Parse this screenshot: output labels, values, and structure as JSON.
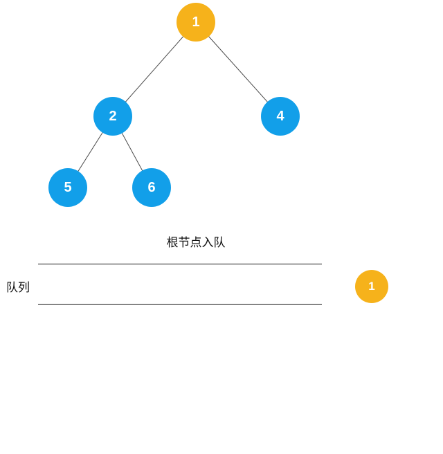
{
  "colors": {
    "root_node": "#f6b21b",
    "child_node": "#129fe9",
    "edge": "#4a4a4a",
    "text": "#111111",
    "node_text": "#ffffff"
  },
  "tree": {
    "nodes": [
      {
        "id": "1",
        "label": "1",
        "role": "root"
      },
      {
        "id": "2",
        "label": "2",
        "role": "child"
      },
      {
        "id": "4",
        "label": "4",
        "role": "child"
      },
      {
        "id": "5",
        "label": "5",
        "role": "child"
      },
      {
        "id": "6",
        "label": "6",
        "role": "child"
      }
    ],
    "edges": [
      {
        "from": "1",
        "to": "2"
      },
      {
        "from": "1",
        "to": "4"
      },
      {
        "from": "2",
        "to": "5"
      },
      {
        "from": "2",
        "to": "6"
      }
    ]
  },
  "caption": "根节点入队",
  "queue": {
    "label": "队列",
    "items": [
      "1"
    ]
  }
}
